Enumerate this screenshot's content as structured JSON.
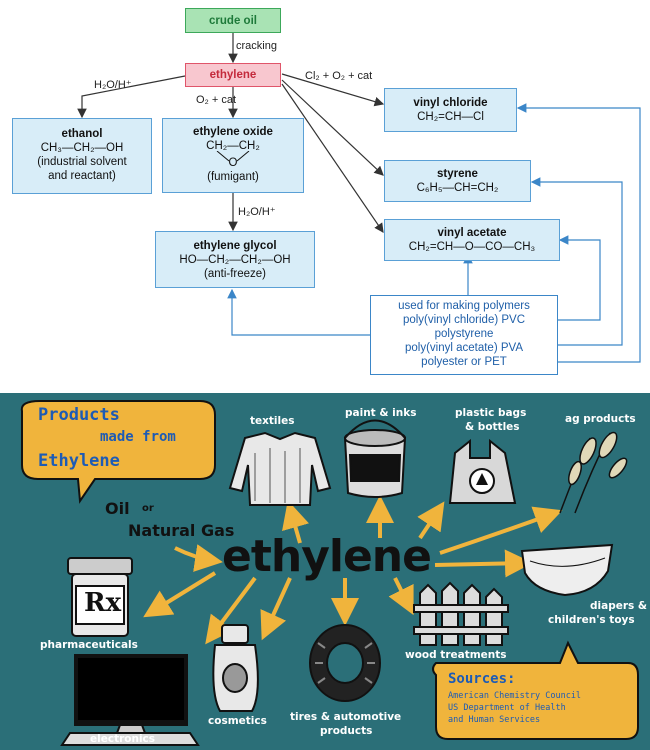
{
  "flowchart": {
    "crude_oil": "crude oil",
    "cracking_label": "cracking",
    "ethylene": "ethylene",
    "h2o_h_left": "H₂O/H⁺",
    "o2_cat": "O₂ + cat",
    "cl2_o2_cat": "Cl₂ + O₂ + cat",
    "h2o_h_lower": "H₂O/H⁺",
    "ethanol": {
      "title": "ethanol",
      "formula": "CH₃—CH₂—OH",
      "line1": "(industrial solvent",
      "line2": "and reactant)"
    },
    "ethylene_oxide": {
      "title": "ethylene oxide",
      "ring_top": "CH₂—CH₂",
      "ring_o": "O",
      "line1": "(fumigant)"
    },
    "ethylene_glycol": {
      "title": "ethylene glycol",
      "formula": "HO—CH₂—CH₂—OH",
      "line1": "(anti-freeze)"
    },
    "vinyl_chloride": {
      "title": "vinyl chloride",
      "formula": "CH₂=CH—Cl"
    },
    "styrene": {
      "title": "styrene",
      "formula": "C₆H₅—CH=CH₂"
    },
    "vinyl_acetate": {
      "title": "vinyl acetate",
      "formula": "CH₂=CH—O—CO—CH₃"
    },
    "polymers": [
      "used for making polymers",
      "poly(vinyl chloride) PVC",
      "polystyrene",
      "poly(vinyl acetate) PVA",
      "polyester or PET"
    ]
  },
  "poster": {
    "title_l1": "Products",
    "title_l2": "made from",
    "title_l3": "Ethylene",
    "oil": "Oil",
    "or": "or",
    "natural_gas": "Natural Gas",
    "center": "ethylene",
    "products": {
      "textiles": "textiles",
      "paint": "paint & inks",
      "bags_l1": "plastic bags",
      "bags_l2": "& bottles",
      "ag": "ag products",
      "diapers_l1": "diapers &",
      "diapers_l2": "children's toys",
      "wood": "wood treatments",
      "tires_l1": "tires & automotive",
      "tires_l2": "products",
      "cosmetics": "cosmetics",
      "electronics": "electronics",
      "pharma": "pharmaceuticals",
      "rx": "Rx"
    },
    "sources": {
      "title": "Sources:",
      "l1": "American Chemistry Council",
      "l2": "US Department of Health",
      "l3": "and Human Services"
    },
    "colors": {
      "background": "#2b6f78",
      "bubble": "#f0b43c",
      "arrow": "#f0b43c",
      "box_fill": "#d8edf8",
      "box_border": "#5aa0d6"
    }
  }
}
